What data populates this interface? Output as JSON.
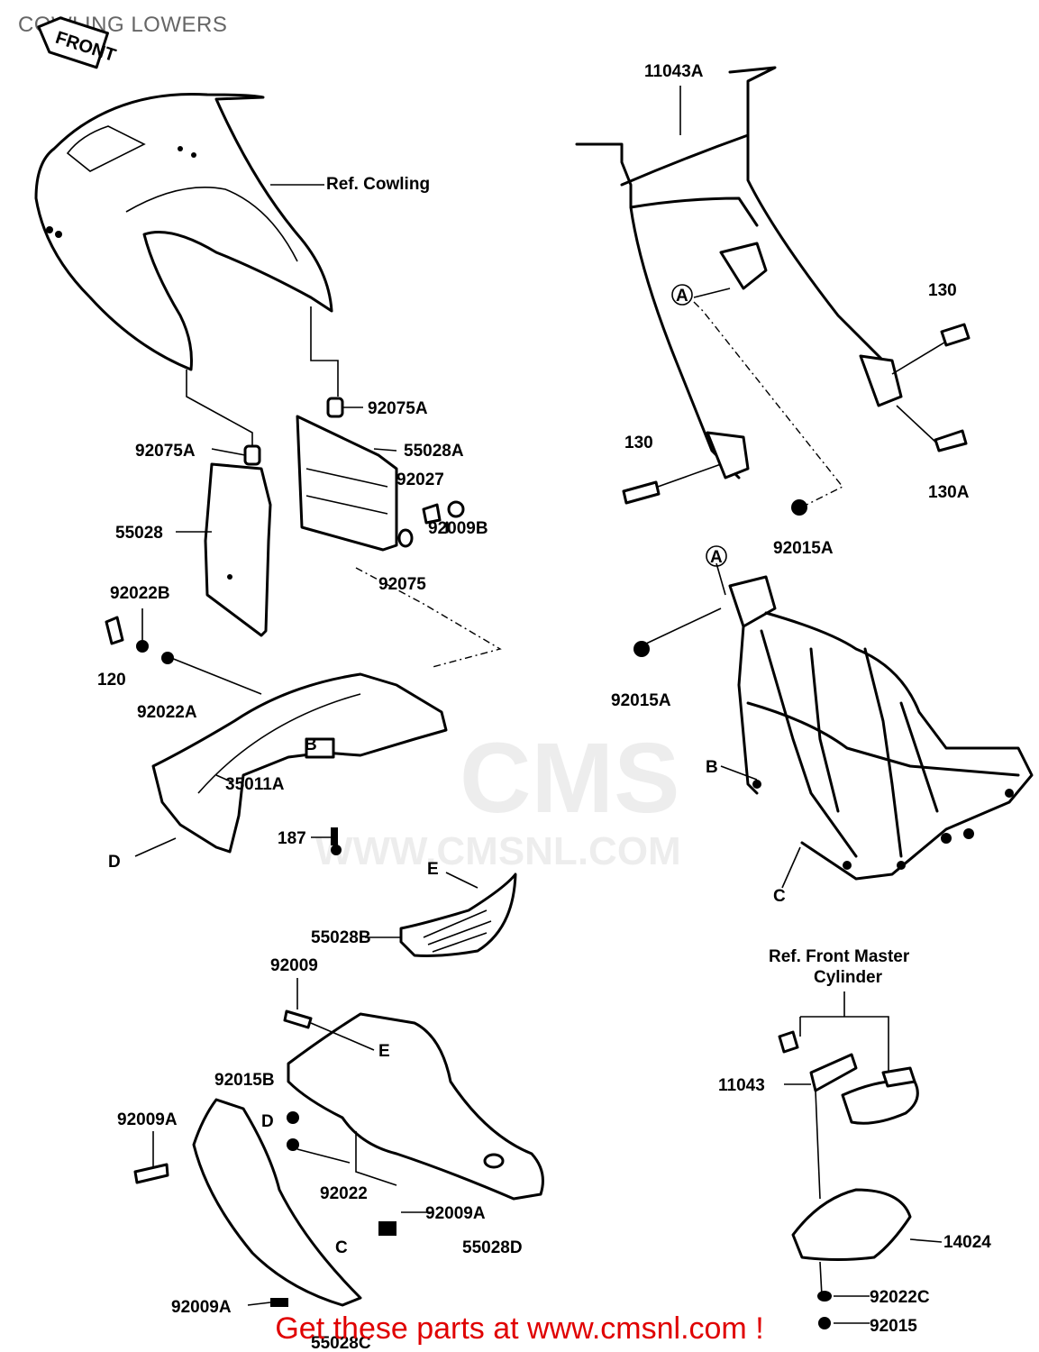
{
  "title": "COWLING LOWERS",
  "front_badge": "FRONT",
  "watermark": {
    "brand": "CMS",
    "url": "WWW.CMSNL.COM"
  },
  "footer": "Get these parts at www.cmsnl.com !",
  "labels": {
    "ref_cowling": "Ref. Cowling",
    "p11043A": "11043A",
    "p130_top": "130",
    "p130_mid": "130",
    "p130A": "130A",
    "p92015A_top": "92015A",
    "p92015A_frame": "92015A",
    "p92075A_top": "92075A",
    "p92075A_left": "92075A",
    "p55028A": "55028A",
    "p92027": "92027",
    "p92009B": "92009B",
    "p92075": "92075",
    "p55028": "55028",
    "p92022B": "92022B",
    "p120": "120",
    "p92022A": "92022A",
    "p35011A": "35011A",
    "p187": "187",
    "p55028B": "55028B",
    "p92009": "92009",
    "p92015B": "92015B",
    "p92009A_left": "92009A",
    "p92022": "92022",
    "p92009A_mid": "92009A",
    "p55028D": "55028D",
    "p92009A_bottom": "92009A",
    "p55028C": "55028C",
    "ref_master_1": "Ref. Front Master",
    "ref_master_2": "Cylinder",
    "p11043": "11043",
    "p14024": "14024",
    "p92022C": "92022C",
    "p92015": "92015",
    "ref_A_bracket": "A",
    "ref_A_frame": "A",
    "ref_B_cowl": "B",
    "ref_B_frame": "B",
    "ref_C_frame": "C",
    "ref_C_lower": "C",
    "ref_D_side": "D",
    "ref_D_lower": "D",
    "ref_E_mid": "E",
    "ref_E_lower": "E"
  }
}
